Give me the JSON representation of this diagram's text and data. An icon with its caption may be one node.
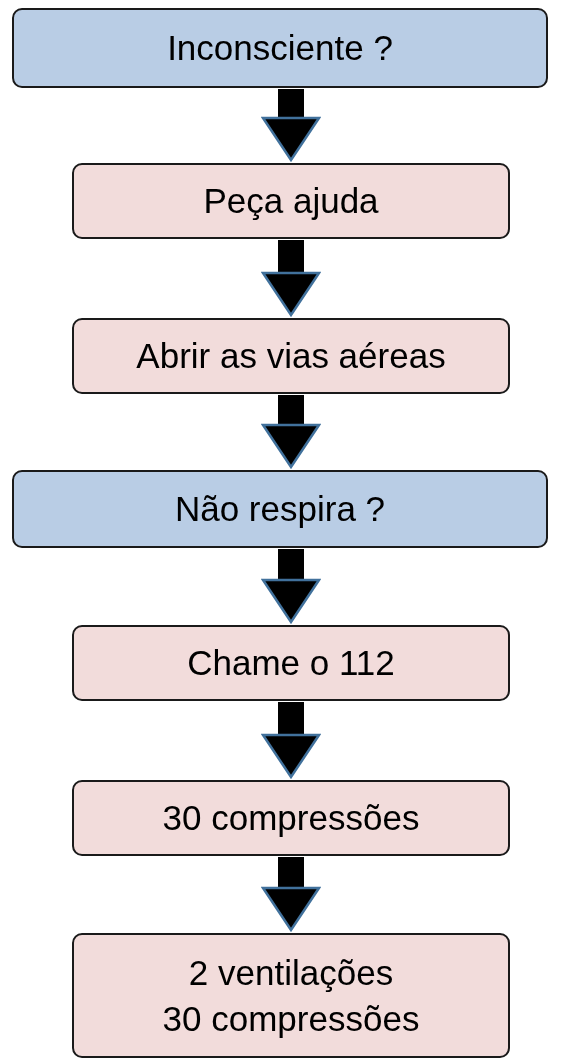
{
  "diagram": {
    "nodes": [
      {
        "text": [
          "Inconsciente ?"
        ]
      },
      {
        "text": [
          "Peça ajuda"
        ]
      },
      {
        "text": [
          "Abrir as vias aéreas"
        ]
      },
      {
        "text": [
          "Não respira ?"
        ]
      },
      {
        "text": [
          "Chame o 112"
        ]
      },
      {
        "text": [
          "30 compressões"
        ]
      },
      {
        "text": [
          "2 ventilações",
          "30 compressões"
        ]
      }
    ],
    "edges": [
      {
        "from": 0,
        "to": 1,
        "arrow": "to"
      },
      {
        "from": 1,
        "to": 2,
        "arrow": "to"
      },
      {
        "from": 2,
        "to": 3,
        "arrow": "to"
      },
      {
        "from": 3,
        "to": 4,
        "arrow": "to"
      },
      {
        "from": 4,
        "to": 5,
        "arrow": "to"
      },
      {
        "from": 5,
        "to": 6,
        "arrow": "to"
      }
    ]
  }
}
